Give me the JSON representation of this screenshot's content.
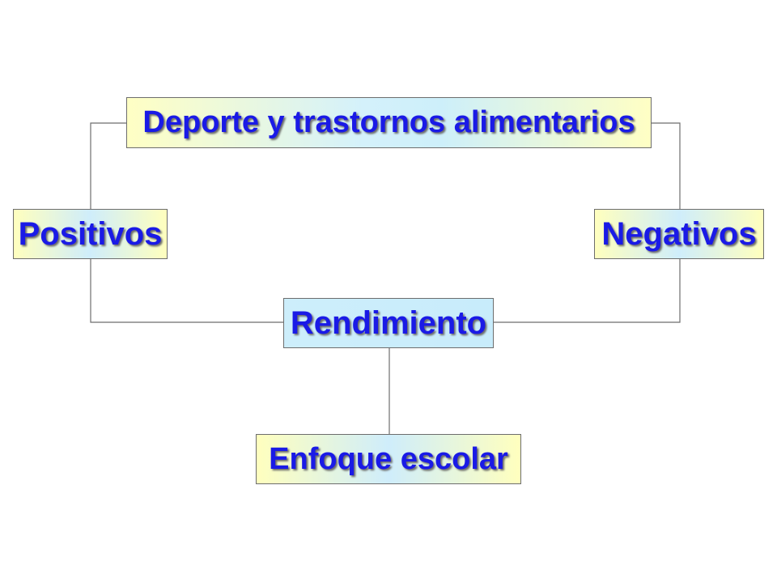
{
  "diagram": {
    "title": "Deporte y trastornos alimentarios",
    "left_node": "Positivos",
    "right_node": "Negativos",
    "center_node": "Rendimiento",
    "bottom_node": "Enfoque escolar"
  },
  "colors": {
    "text": "#1a1ae6",
    "line": "#6d6d6d",
    "light_yellow": "#ffffc4",
    "light_blue": "#cdeefb"
  }
}
